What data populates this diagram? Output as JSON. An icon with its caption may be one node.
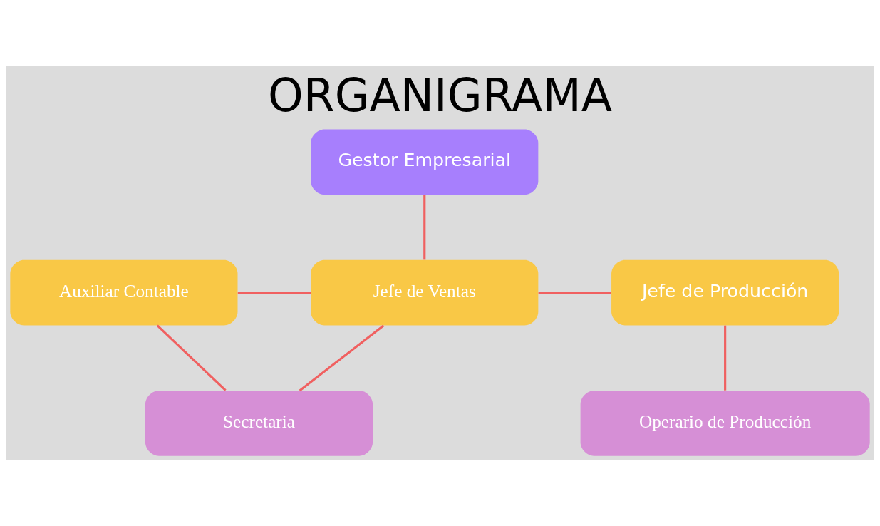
{
  "diagram": {
    "title": "ORGANIGRAMA",
    "nodes": [
      {
        "text": [
          "Gestor Empresarial"
        ]
      },
      {
        "text": [
          "Auxiliar Contable"
        ]
      },
      {
        "text": [
          "Jefe de Ventas"
        ]
      },
      {
        "text": [
          "Jefe de Producción"
        ]
      },
      {
        "text": [
          "Secretaria"
        ]
      },
      {
        "text": [
          "Operario de Producción"
        ]
      }
    ],
    "edges": [
      {
        "from": 0,
        "to": 2,
        "arrow": "none"
      },
      {
        "from": 1,
        "to": 2,
        "arrow": "none"
      },
      {
        "from": 2,
        "to": 3,
        "arrow": "none"
      },
      {
        "from": 2,
        "to": 4,
        "arrow": "none"
      },
      {
        "from": 1,
        "to": 4,
        "arrow": "none"
      },
      {
        "from": 3,
        "to": 5,
        "arrow": "none"
      }
    ]
  }
}
